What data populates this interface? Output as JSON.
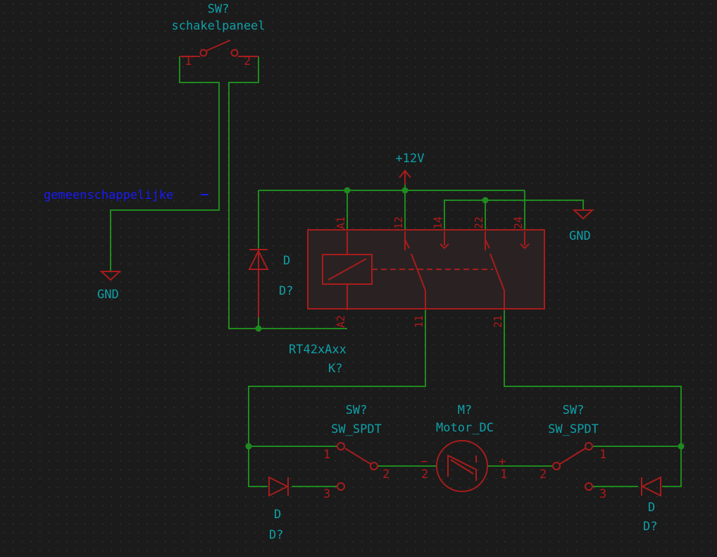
{
  "schematic": {
    "switch_panel": {
      "ref": "SW?",
      "value": "schakelpaneel",
      "pin1": "1",
      "pin2": "2"
    },
    "net_label": "gemeenschappelijke",
    "power_12v": "+12V",
    "gnd_left": "GND",
    "gnd_right": "GND",
    "diode_flyback": {
      "value": "D",
      "ref": "D?"
    },
    "relay": {
      "value": "RT42xAxx",
      "ref": "K?",
      "pin_a1": "A1",
      "pin_a2": "A2",
      "pin_12": "12",
      "pin_14": "14",
      "pin_11": "11",
      "pin_22": "22",
      "pin_24": "24",
      "pin_21": "21"
    },
    "switch_left": {
      "ref": "SW?",
      "value": "SW_SPDT",
      "pin1": "1",
      "pin2": "2",
      "pin3": "3"
    },
    "motor": {
      "ref": "M?",
      "value": "Motor_DC",
      "pin_minus": "2",
      "pin_plus": "1",
      "minus_sign": "−",
      "plus_sign": "+"
    },
    "switch_right": {
      "ref": "SW?",
      "value": "SW_SPDT",
      "pin1": "1",
      "pin2": "2",
      "pin3": "3"
    },
    "diode_left": {
      "value": "D",
      "ref": "D?"
    },
    "diode_right": {
      "value": "D",
      "ref": "D?"
    }
  },
  "colors": {
    "background": "#1b1b1b",
    "wire": "#1f8a1f",
    "symbol": "#a81c1c",
    "label": "#0fa0a8",
    "net_label": "#1a1aff",
    "grid": "#3a3a3a"
  }
}
